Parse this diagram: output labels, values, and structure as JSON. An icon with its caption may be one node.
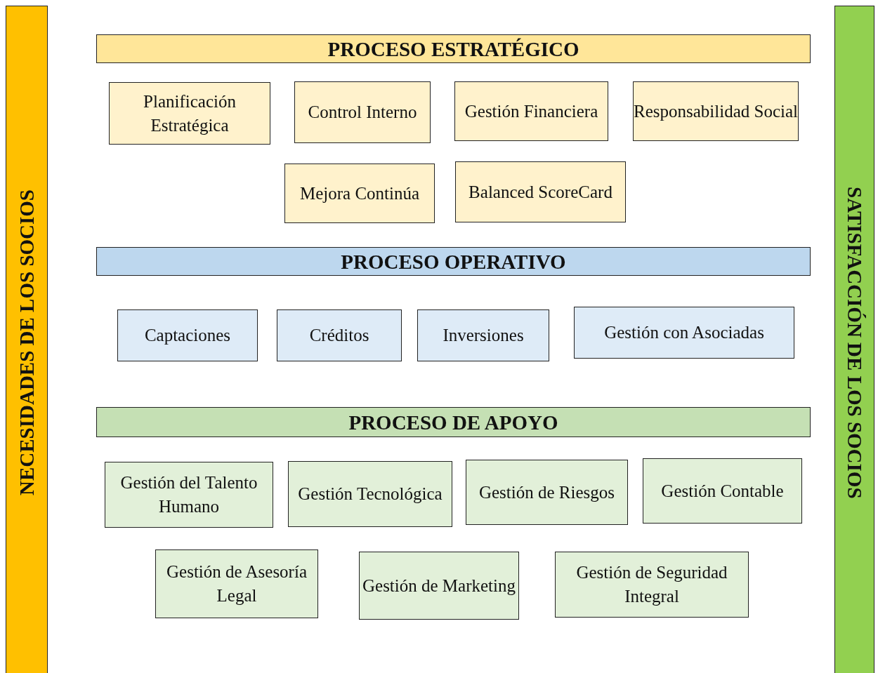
{
  "diagram": {
    "nodes": [
      {
        "text": [
          "NECESIDADES DE LOS SOCIOS"
        ]
      },
      {
        "text": [
          "SATISFACCIÓN DE LOS SOCIOS"
        ]
      },
      {
        "text": [
          "PROCESO ESTRATÉGICO"
        ]
      },
      {
        "text": [
          "Planificación Estratégica"
        ]
      },
      {
        "text": [
          "Control Interno"
        ]
      },
      {
        "text": [
          "Gestión Financiera"
        ]
      },
      {
        "text": [
          "Responsabilidad Social"
        ]
      },
      {
        "text": [
          "Mejora Continúa"
        ]
      },
      {
        "text": [
          "Balanced ScoreCard"
        ]
      },
      {
        "text": [
          "PROCESO OPERATIVO"
        ]
      },
      {
        "text": [
          "Captaciones"
        ]
      },
      {
        "text": [
          "Créditos"
        ]
      },
      {
        "text": [
          "Inversiones"
        ]
      },
      {
        "text": [
          "Gestión con Asociadas"
        ]
      },
      {
        "text": [
          "PROCESO DE APOYO"
        ]
      },
      {
        "text": [
          "Gestión del Talento Humano"
        ]
      },
      {
        "text": [
          "Gestión Tecnológica"
        ]
      },
      {
        "text": [
          "Gestión de Riesgos"
        ]
      },
      {
        "text": [
          "Gestión Contable"
        ]
      },
      {
        "text": [
          "Gestión de Asesoría Legal"
        ]
      },
      {
        "text": [
          "Gestión de Marketing"
        ]
      },
      {
        "text": [
          "Gestión de Seguridad Integral"
        ]
      }
    ],
    "edges": []
  }
}
